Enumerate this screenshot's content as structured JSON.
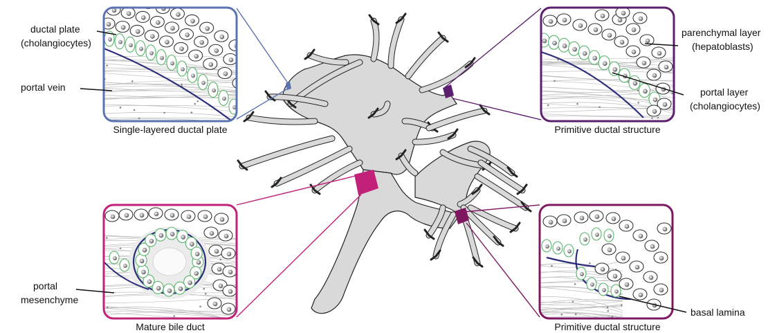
{
  "colors": {
    "panel_top_left": "#5b73b0",
    "panel_top_right": "#5c1f6e",
    "panel_bottom_left": "#c2217a",
    "panel_bottom_right": "#7e1760",
    "tree_fill": "#d9d9d9",
    "cholangiocyte_outline": "#57b36a",
    "basal_lamina": "#2b2c7a",
    "hepatoblast_outline": "#333333",
    "nucleus": "#8a8a8a"
  },
  "panels": {
    "top_left": {
      "caption": "Single-layered ductal plate",
      "labels": {
        "ductal_plate_line1": "ductal plate",
        "ductal_plate_line2": "(cholangiocytes)",
        "portal_vein": "portal vein"
      }
    },
    "top_right": {
      "caption": "Primitive ductal structure",
      "labels": {
        "parenchymal_line1": "parenchymal layer",
        "parenchymal_line2": "(hepatoblasts)",
        "portal_layer_line1": "portal layer",
        "portal_layer_line2": "(cholangiocytes)"
      }
    },
    "bottom_left": {
      "caption": "Mature bile duct",
      "labels": {
        "portal_mes_line1": "portal",
        "portal_mes_line2": "mesenchyme"
      }
    },
    "bottom_right": {
      "caption": "Primitive ductal structure",
      "labels": {
        "basal_lamina": "basal lamina"
      }
    }
  }
}
